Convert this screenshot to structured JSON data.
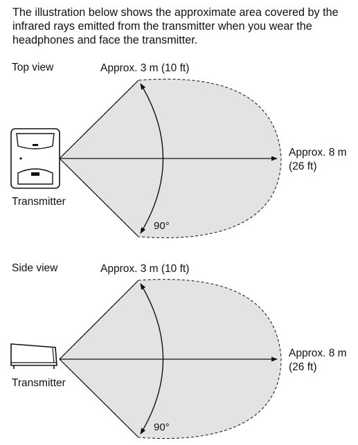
{
  "intro_text": "The illustration below shows the approximate area covered by the infrared rays emitted from the transmitter when you wear the headphones and face the transmitter.",
  "top_view": {
    "title": "Top view",
    "width_label": "Approx. 3 m (10 ft)",
    "distance_label_line1": "Approx. 8 m",
    "distance_label_line2": "(26 ft)",
    "angle_label": "90°",
    "transmitter_label": "Transmitter"
  },
  "side_view": {
    "title": "Side view",
    "width_label": "Approx. 3 m (10 ft)",
    "distance_label_line1": "Approx. 8 m",
    "distance_label_line2": "(26 ft)",
    "angle_label": "90°",
    "transmitter_label": "Transmitter"
  },
  "colors": {
    "coverage_fill": "#e3e3e3",
    "lines": "#111111"
  },
  "icons": [
    "transmitter-front-icon",
    "transmitter-side-icon"
  ]
}
